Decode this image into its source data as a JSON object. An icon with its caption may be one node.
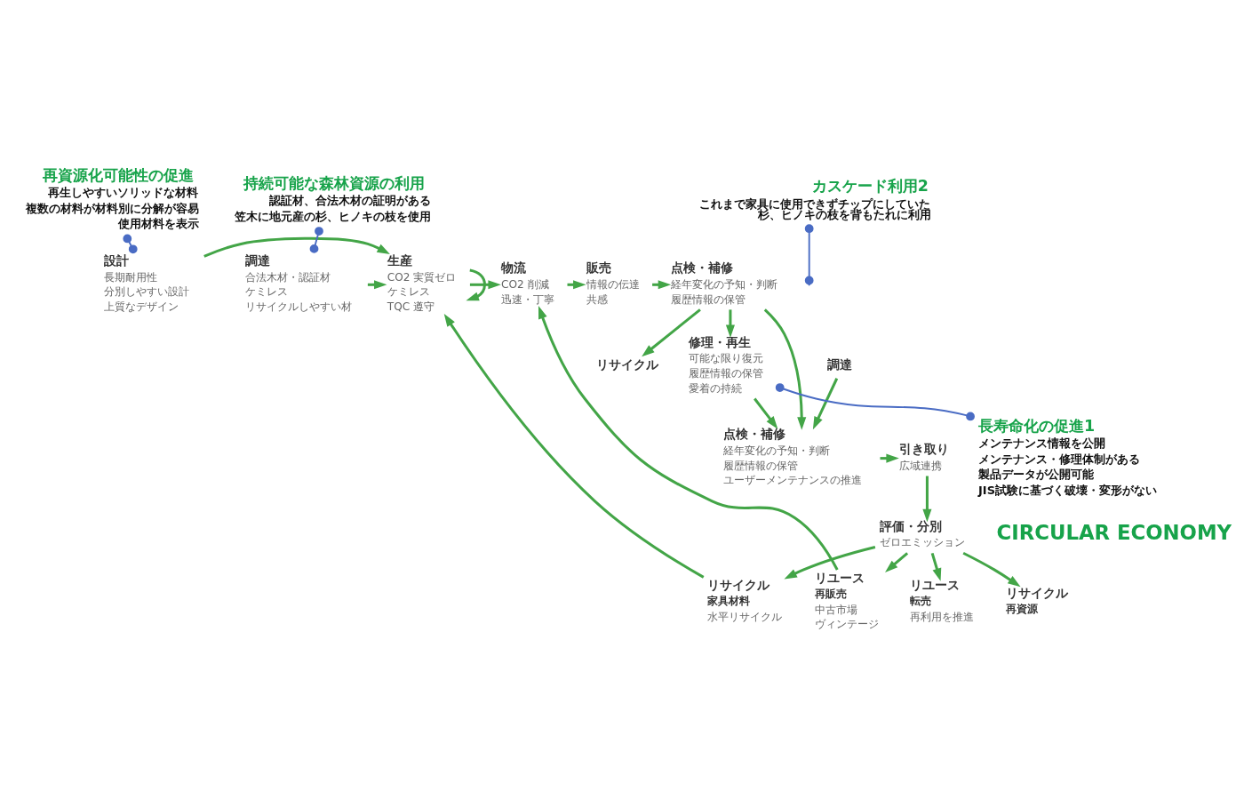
{
  "diagram": {
    "nodes": [
      {
        "text": [
          "再資源化可能性の促進",
          "再生しやすいソリッドな材料",
          "複数の材料が材料別に分解が容易",
          "使用材料を表示"
        ]
      },
      {
        "text": [
          "設計",
          "長期耐用性",
          "分別しやすい設計",
          "上質なデザイン"
        ]
      },
      {
        "text": [
          "カスケード利用2",
          "これまで家具に使用できずチップにしていた杉、ヒノキの枝を背もたれに利用"
        ]
      },
      {
        "text": [
          "調達",
          "合法木材・認証材",
          "ケミレス",
          "リサイクルしやすい材"
        ]
      },
      {
        "text": [
          "持続可能な森林資源の利用",
          "認証材、合法木材の証明がある",
          "笠木に地元産の杉、ヒノキの枝を使用"
        ]
      },
      {
        "text": [
          "生産",
          "CO2 実質ゼロ",
          "ケミレス",
          "TQC 遵守"
        ]
      },
      {
        "text": [
          "物流",
          "CO2 削減",
          "迅速・丁寧"
        ]
      },
      {
        "text": [
          "販売",
          "情報の伝達",
          "共感"
        ]
      },
      {
        "text": [
          "点検・補修",
          "経年変化の予知・判断",
          "履歴情報の保管"
        ]
      },
      {
        "text": [
          "リサイクル"
        ]
      },
      {
        "text": [
          "修理・再生",
          "可能な限り復元",
          "履歴情報の保管",
          "愛着の持続"
        ]
      },
      {
        "text": [
          "調達"
        ]
      },
      {
        "text": [
          "点検・補修",
          "経年変化の予知・判断",
          "履歴情報の保管",
          "ユーザーメンテナンスの推進"
        ]
      },
      {
        "text": [
          "長寿命化の促進1",
          "メンテナンス情報を公開",
          "メンテナンス・修理体制がある",
          "製品データが公開可能",
          "JIS試験に基づく破壊・変形がない"
        ]
      },
      {
        "text": [
          "引き取り",
          "広域連携"
        ]
      },
      {
        "text": [
          "評価・分別",
          "ゼロエミッション"
        ]
      },
      {
        "text": [
          "リサイクル",
          "家具材料",
          "水平リサイクル"
        ]
      },
      {
        "text": [
          "リユース",
          "再販売",
          "中古市場",
          "ヴィンテージ"
        ]
      },
      {
        "text": [
          "リユース",
          "転売",
          "再利用を推進"
        ]
      },
      {
        "text": [
          "リサイクル",
          "再資源"
        ]
      }
    ],
    "edges": [
      {
        "from": 0,
        "to": 1,
        "arrow": "other",
        "color": "#4a6cc4"
      },
      {
        "from": 2,
        "to": null,
        "arrow": "other",
        "color": "#4a6cc4"
      },
      {
        "from": 4,
        "to": 3,
        "arrow": "other",
        "color": "#4a6cc4"
      },
      {
        "from": 1,
        "to": 5,
        "arrow": "to"
      },
      {
        "from": 3,
        "to": 5,
        "arrow": "to"
      },
      {
        "from": 5,
        "to": 5,
        "arrow": "to"
      },
      {
        "from": 5,
        "to": 6,
        "arrow": "to"
      },
      {
        "from": 6,
        "to": 7,
        "arrow": "to"
      },
      {
        "from": 7,
        "to": 8,
        "arrow": "to"
      },
      {
        "from": 8,
        "to": 9,
        "arrow": "to"
      },
      {
        "from": 8,
        "to": 10,
        "arrow": "to"
      },
      {
        "from": 8,
        "to": 12,
        "arrow": "to"
      },
      {
        "from": 10,
        "to": 12,
        "arrow": "to"
      },
      {
        "from": 11,
        "to": 12,
        "arrow": "to"
      },
      {
        "from": 13,
        "to": 10,
        "arrow": "other",
        "color": "#4a6cc4"
      },
      {
        "from": 12,
        "to": 14,
        "arrow": "to"
      },
      {
        "from": 14,
        "to": 15,
        "arrow": "to"
      },
      {
        "from": 15,
        "to": 17,
        "arrow": "to"
      },
      {
        "from": 15,
        "to": 16,
        "arrow": "to"
      },
      {
        "from": 15,
        "to": 18,
        "arrow": "to"
      },
      {
        "from": 15,
        "to": 19,
        "arrow": "to"
      },
      {
        "from": 16,
        "to": 5,
        "arrow": "to"
      },
      {
        "from": 17,
        "to": 6,
        "arrow": "to"
      }
    ],
    "labels": [
      "CIRCULAR ECONOMY"
    ]
  }
}
